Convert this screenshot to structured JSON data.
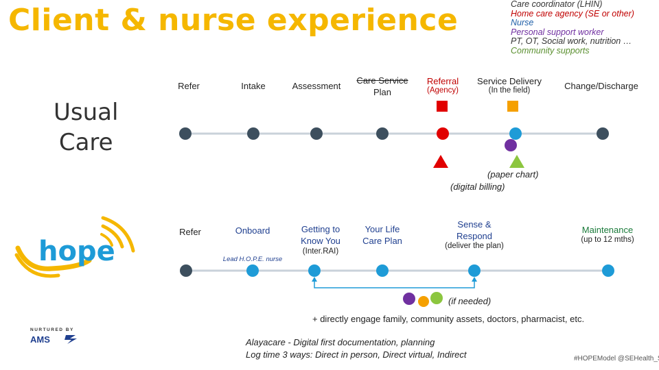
{
  "title": "Client & nurse experience",
  "legend": [
    {
      "text": "Care coordinator (LHIN)",
      "color": "#333333"
    },
    {
      "text": "Home care agency (SE or other)",
      "color": "#C00000"
    },
    {
      "text": "Nurse",
      "color": "#1F5FA8"
    },
    {
      "text": "Personal support worker",
      "color": "#7030A0"
    },
    {
      "text": "PT, OT, Social work, nutrition …",
      "color": "#333333"
    },
    {
      "text": "Community supports",
      "color": "#5A8F2F"
    }
  ],
  "usual_care": {
    "label_line1": "Usual",
    "label_line2": "Care",
    "stages": {
      "refer": "Refer",
      "intake": "Intake",
      "assessment": "Assessment",
      "care_plan_line1": "Care Service",
      "care_plan_line2": "Plan",
      "referral": "Referral",
      "referral_sub": "(Agency)",
      "delivery": "Service Delivery",
      "delivery_sub": "(In the field)",
      "change": "Change/Discharge"
    },
    "notes": {
      "paper": "(paper chart)",
      "billing": "(digital billing)"
    }
  },
  "hope_model": {
    "logo_text": "hope",
    "stages": {
      "refer": "Refer",
      "onboard": "Onboard",
      "lead_nurse": "Lead H.O.P.E. nurse",
      "getting_line1": "Getting to",
      "getting_line2": "Know You",
      "getting_sub": "(Inter.RAI)",
      "plan_line1": "Your Life",
      "plan_line2": "Care Plan",
      "sense_line1": "Sense &",
      "sense_line2": "Respond",
      "sense_sub": "(deliver the plan)",
      "maintenance": "Maintenance",
      "maintenance_sub": "(up to 12 mths)"
    },
    "notes": {
      "if_needed": "(if needed)",
      "direct": "+ directly engage family, community assets, doctors, pharmacist, etc.",
      "alayacare1": "Alayacare - Digital first documentation, planning",
      "alayacare2": "Log time 3 ways: Direct in person, Direct virtual, Indirect"
    }
  },
  "footer": {
    "nurtured_by": "NURTURED BY",
    "ams": "AMS",
    "hashtag": "#HOPEModel @SEHealth_S"
  },
  "colors": {
    "title": "#F5B700",
    "node_dark": "#3D4F5E",
    "node_blue": "#1E9BD7",
    "red": "#E10000",
    "orange": "#F5A000",
    "purple": "#7030A0",
    "green": "#8CC63F",
    "line": "#C9D2DA"
  }
}
